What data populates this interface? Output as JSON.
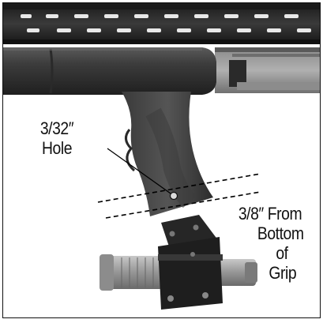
{
  "labels": {
    "hole_line1": "3/32″",
    "hole_line2": "Hole",
    "from_line1": "3/8″ From",
    "from_line2": "Bottom",
    "from_line3": "of",
    "from_line4": "Grip"
  },
  "colors": {
    "barrel": "#2a2a2a",
    "stock": "#3b3b3b",
    "grip": "#454545",
    "light_body": "#9a9a9a",
    "mount": "#1e1e1e",
    "dashed_line": "#000000"
  }
}
